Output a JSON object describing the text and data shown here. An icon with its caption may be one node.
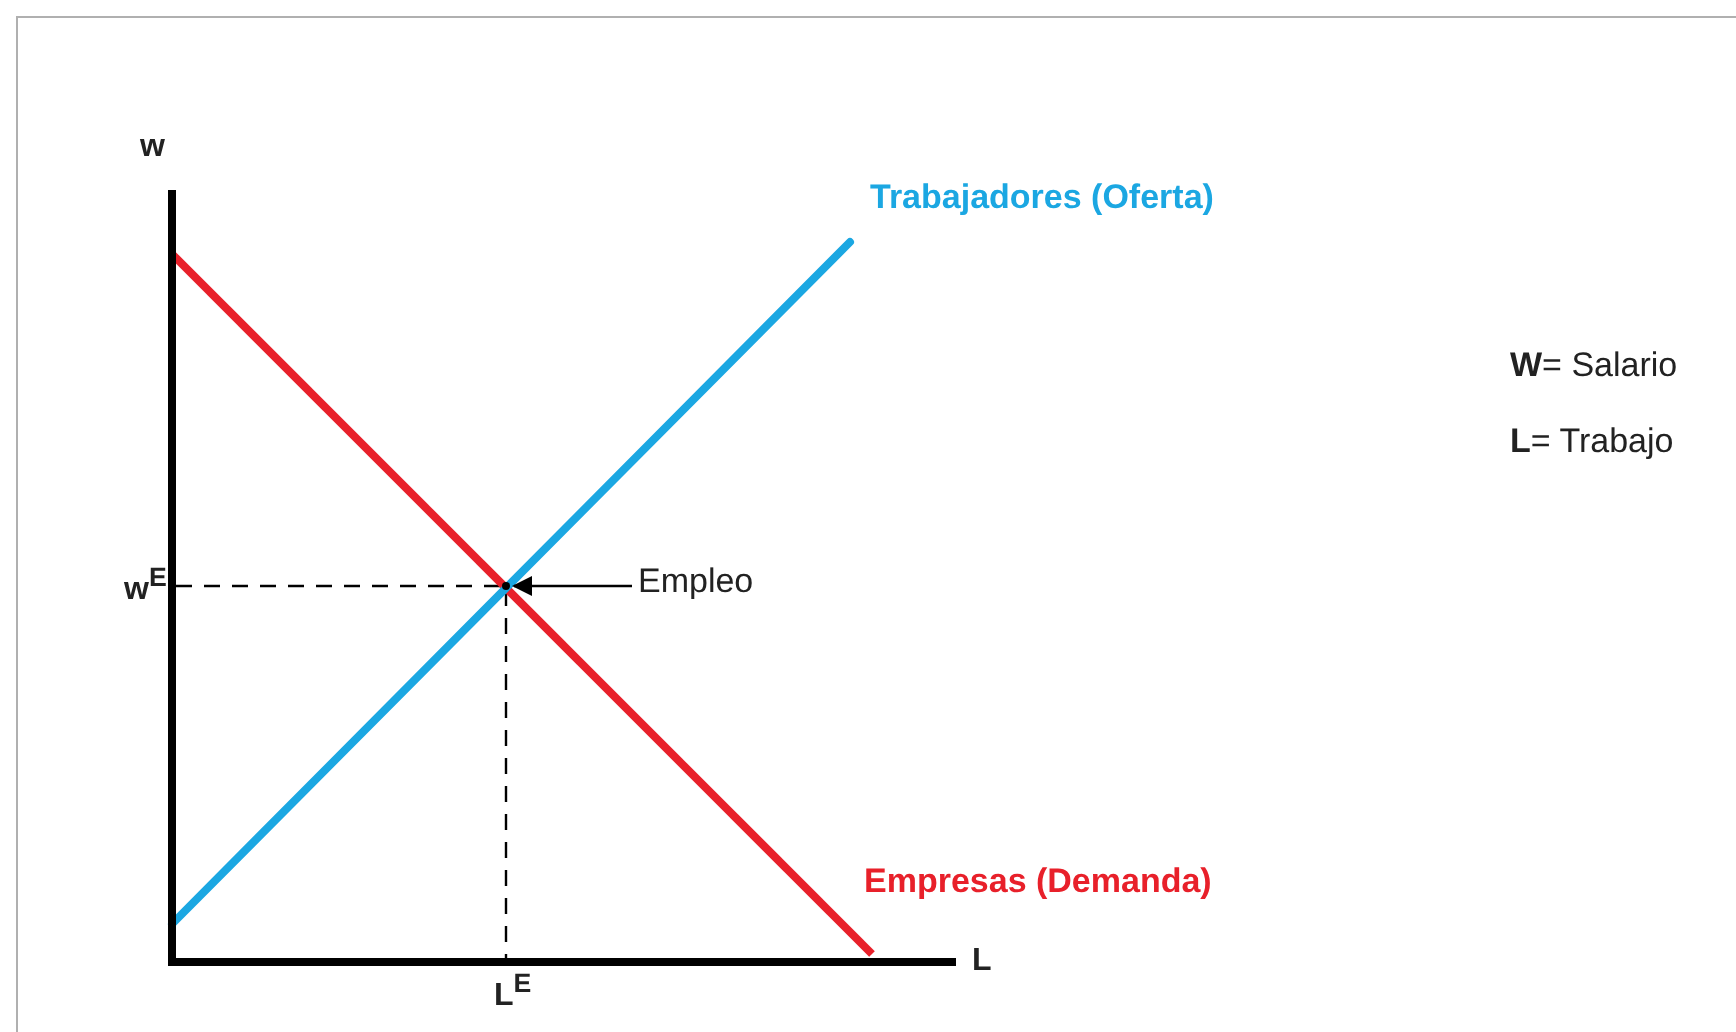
{
  "diagram": {
    "nodes": [
      {
        "text": [
          "Empleo"
        ]
      },
      {
        "text": [],
        "shape": "circle"
      }
    ],
    "edges": [
      {
        "from": 0,
        "to": 1,
        "arrow": "to"
      }
    ],
    "labels": [
      "w",
      "w$^{E}$",
      "L",
      "L$^{E}$",
      "Trabajadores (Oferta)",
      "Empresas (Demanda)",
      "**W**= Salario",
      "**L**= Trabajo"
    ]
  }
}
